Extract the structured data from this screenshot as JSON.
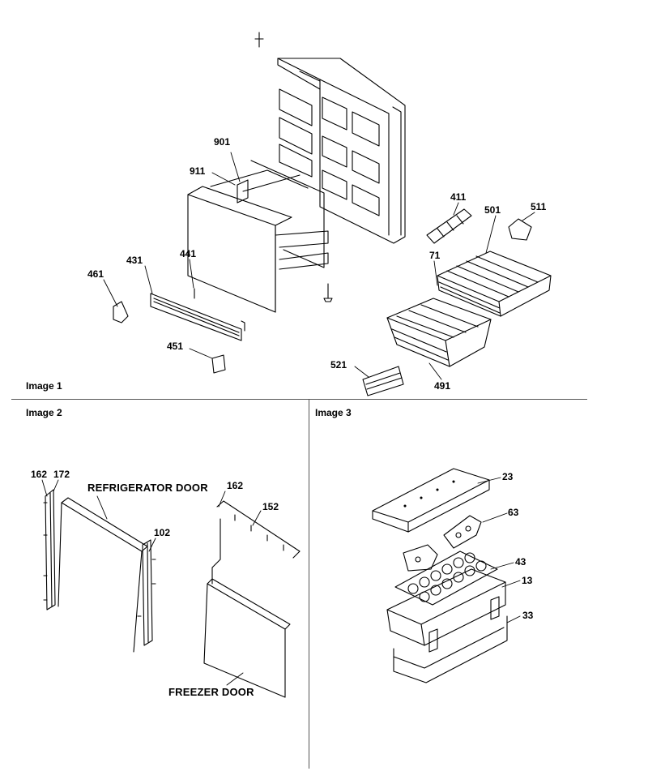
{
  "panels": {
    "image1": {
      "title": "Image 1",
      "callouts": {
        "c901": "901",
        "c911": "911",
        "c411": "411",
        "c501": "501",
        "c511": "511",
        "c431": "431",
        "c441": "441",
        "c461": "461",
        "c71": "71",
        "c451": "451",
        "c521": "521",
        "c491": "491"
      }
    },
    "image2": {
      "title": "Image 2",
      "callouts": {
        "c162a": "162",
        "c172": "172",
        "c102": "102",
        "c162b": "162",
        "c152": "152"
      },
      "labels": {
        "refrigerator_door": "REFRIGERATOR DOOR",
        "freezer_door": "FREEZER DOOR"
      }
    },
    "image3": {
      "title": "Image 3",
      "callouts": {
        "c23": "23",
        "c63": "63",
        "c43": "43",
        "c13": "13",
        "c33": "33"
      }
    }
  }
}
